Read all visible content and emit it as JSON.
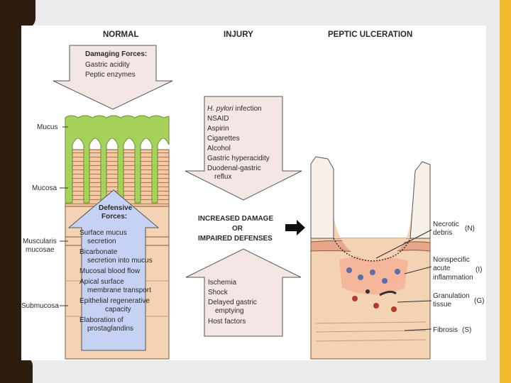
{
  "headers": {
    "normal": "NORMAL",
    "injury": "INJURY",
    "ulcer": "PEPTIC ULCERATION"
  },
  "layers": [
    "Mucus",
    "Mucosa",
    "Muscularis",
    "mucosae",
    "Submucosa"
  ],
  "damaging": {
    "title": "Damaging Forces:",
    "lines": [
      "Gastric acidity",
      "Peptic enzymes"
    ]
  },
  "defensive": {
    "title": [
      "Defensive",
      "Forces:"
    ],
    "lines": [
      "Surface mucus",
      "secretion",
      "Bicarbonate",
      "secretion into mucus",
      "Mucosal blood flow",
      "Apical surface",
      "membrane transport",
      "Epithelial regenerative",
      "capacity",
      "Elaboration of",
      "prostaglandins"
    ]
  },
  "injury_top": {
    "pylori": "H. pylori",
    "pylori_rest": " infection",
    "lines": [
      "NSAID",
      "Aspirin",
      "Cigarettes",
      "Alcohol",
      "Gastric hyperacidity",
      "Duodenal-gastric",
      "reflux"
    ]
  },
  "center": [
    "INCREASED DAMAGE",
    "OR",
    "IMPAIRED DEFENSES"
  ],
  "injury_bottom": [
    "Ischemia",
    "Shock",
    "Delayed gastric",
    "emptying",
    "Host factors"
  ],
  "ulcer_labels": [
    {
      "text": [
        "Necrotic",
        "debris"
      ],
      "code": "(N)"
    },
    {
      "text": [
        "Nonspecific",
        "acute",
        "inflammation"
      ],
      "code": "(I)"
    },
    {
      "text": [
        "Granulation",
        "tissue"
      ],
      "code": "(G)"
    },
    {
      "text": [
        "Fibrosis"
      ],
      "code": "(S)"
    }
  ],
  "colors": {
    "mucus": "#a6d25c",
    "mucosa": "#f2c9a4",
    "submucosa": "#f3d3b3",
    "arrow_blue": "#c5d2f3",
    "arrow_pink": "#f4e6e4",
    "slide_left": "#2c1d0e",
    "slide_right": "#f2ba2b"
  }
}
